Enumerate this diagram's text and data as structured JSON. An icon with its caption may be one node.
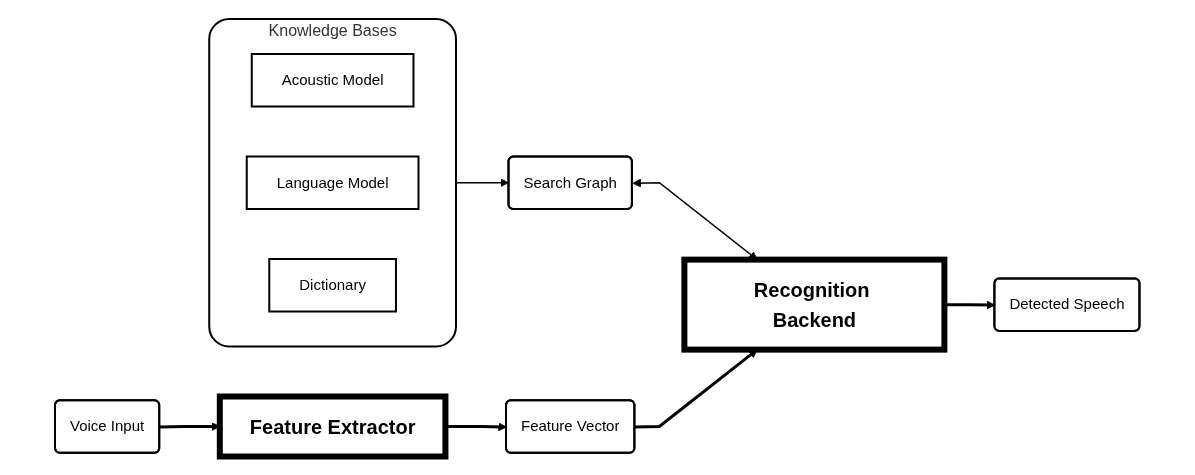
{
  "diagram": {
    "nodes": [
      {
        "text": [
          "Knowledge Bases"
        ]
      },
      {
        "text": [
          "Acoustic Model"
        ],
        "in": 0
      },
      {
        "text": [
          "Language Model"
        ],
        "in": 0
      },
      {
        "text": [
          "Dictionary"
        ],
        "in": 0
      },
      {
        "text": [
          "Search Graph"
        ]
      },
      {
        "text": [
          "Voice Input"
        ]
      },
      {
        "text": [
          "Feature Extractor"
        ]
      },
      {
        "text": [
          "Feature Vector"
        ]
      },
      {
        "text": [
          "Recognition Backend"
        ]
      },
      {
        "text": [
          "Detected Speech"
        ]
      }
    ],
    "edges": [
      {
        "from": 0,
        "to": 4,
        "arrow": "to"
      },
      {
        "from": 4,
        "to": 8,
        "arrow": "both"
      },
      {
        "from": 5,
        "to": 6,
        "arrow": "to"
      },
      {
        "from": 6,
        "to": 7,
        "arrow": "to"
      },
      {
        "from": 7,
        "to": 8,
        "arrow": "to"
      },
      {
        "from": 8,
        "to": 9,
        "arrow": "to"
      }
    ]
  }
}
